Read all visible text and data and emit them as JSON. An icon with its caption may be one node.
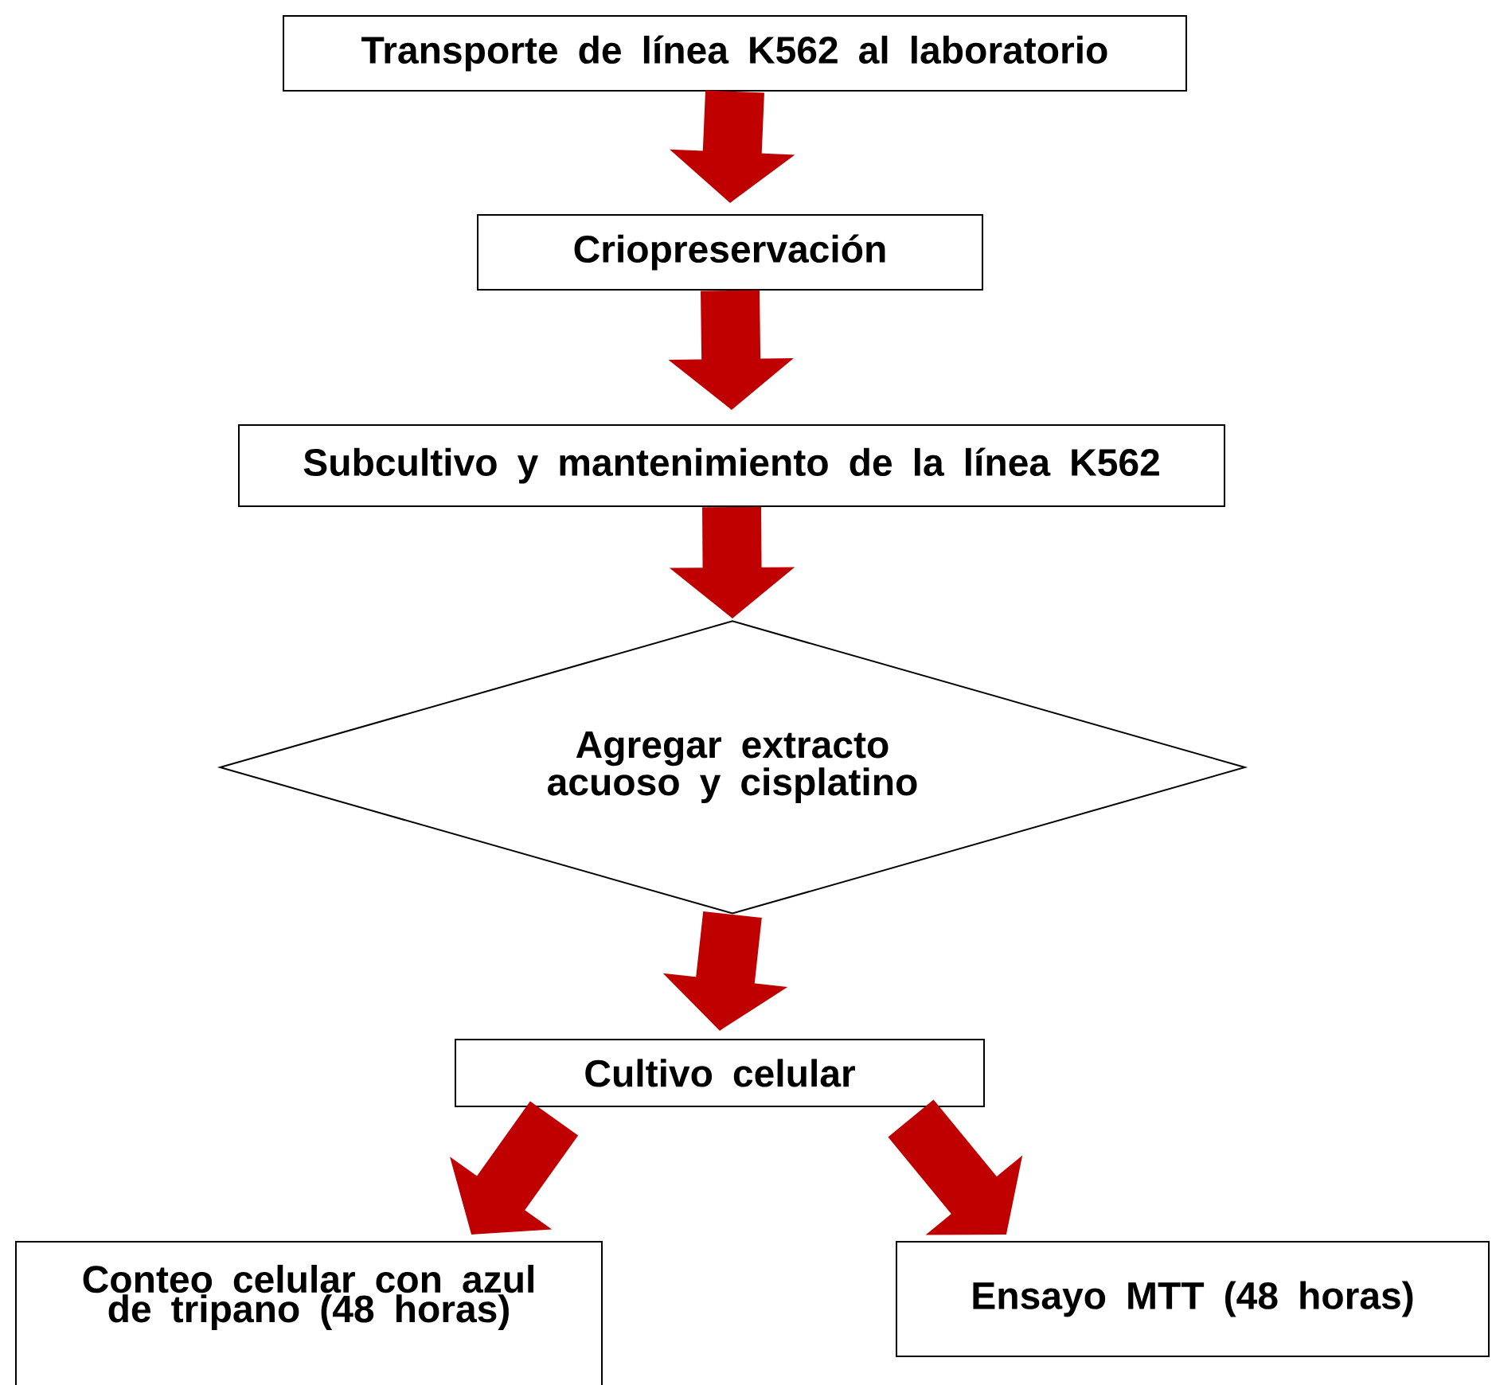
{
  "diagram": {
    "nodes": [
      {
        "text": [
          "Transporte de línea K562 al laboratorio"
        ]
      },
      {
        "text": [
          "Criopreservación"
        ]
      },
      {
        "text": [
          "Subcultivo y mantenimiento de la línea K562"
        ]
      },
      {
        "text": [
          "Agregar extracto acuoso y cisplatino"
        ]
      },
      {
        "text": [
          "Cultivo celular"
        ]
      },
      {
        "text": [
          "Conteo celular con azul de tripano (48 horas)"
        ]
      },
      {
        "text": [
          "Ensayo MTT (48 horas)"
        ]
      }
    ],
    "edges": [
      {
        "from": 0,
        "to": 1,
        "arrow": "to"
      },
      {
        "from": 1,
        "to": 2,
        "arrow": "to"
      },
      {
        "from": 2,
        "to": 3,
        "arrow": "to"
      },
      {
        "from": 3,
        "to": 4,
        "arrow": "to"
      },
      {
        "from": 4,
        "to": 5,
        "arrow": "to"
      },
      {
        "from": 4,
        "to": 6,
        "arrow": "to"
      }
    ]
  }
}
